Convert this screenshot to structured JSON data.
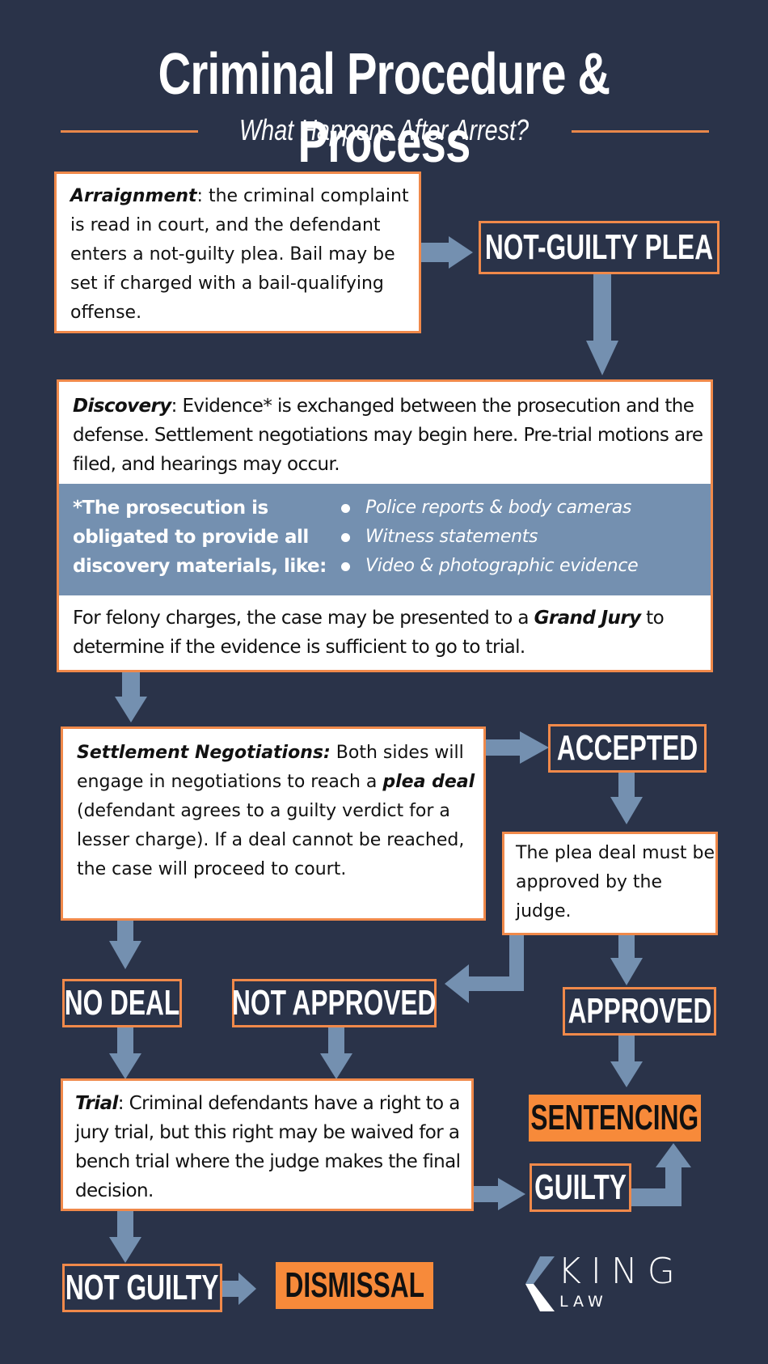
{
  "header": {
    "title": "Criminal Procedure & Process",
    "subtitle": "What Happens After Arrest?"
  },
  "arraignment": {
    "term": "Arraignment",
    "text": ": the criminal complaint is read in court, and the defendant enters a not-guilty plea. Bail may be set if charged with a bail-qualifying offense."
  },
  "not_guilty_plea": {
    "label": "NOT-GUILTY PLEA"
  },
  "discovery": {
    "term": "Discovery",
    "text": ": Evidence* is exchanged between the prosecution and the defense. Settlement negotiations may begin here. Pre-trial motions are filed, and hearings may occur.",
    "footnote": "*The prosecution is obligated to provide all discovery materials, like:",
    "materials": [
      "Police reports & body cameras",
      "Witness statements",
      "Video & photographic evidence"
    ],
    "grand_jury_pre": "For felony charges, the case may be presented to a ",
    "grand_jury_term": "Grand Jury",
    "grand_jury_post": " to determine if the evidence is sufficient to go to trial."
  },
  "settlement": {
    "term": "Settlement Negotiations:",
    "text_1": " Both sides will engage in negotiations to reach a ",
    "plea_deal": "plea deal",
    "text_2": " (defendant agrees to a guilty verdict for a lesser charge). If a deal cannot be reached, the case will proceed to court."
  },
  "accepted": {
    "label": "ACCEPTED"
  },
  "judge_approval": {
    "text": "The plea deal must be approved by the judge."
  },
  "no_deal": {
    "label": "NO DEAL"
  },
  "not_approved": {
    "label": "NOT APPROVED"
  },
  "approved": {
    "label": "APPROVED"
  },
  "trial": {
    "term": "Trial",
    "text": ": Criminal defendants have a right to a jury trial, but this right may be waived for a bench trial where the judge makes the final decision."
  },
  "sentencing": {
    "label": "SENTENCING"
  },
  "guilty": {
    "label": "GUILTY"
  },
  "not_guilty": {
    "label": "NOT GUILTY"
  },
  "dismissal": {
    "label": "DISMISSAL"
  },
  "logo": {
    "name": "KING",
    "sub": "LAW"
  },
  "colors": {
    "background": "#2a3349",
    "accent_orange": "#f78a3a",
    "arrow_blue": "#7490b0",
    "box_white": "#ffffff"
  }
}
